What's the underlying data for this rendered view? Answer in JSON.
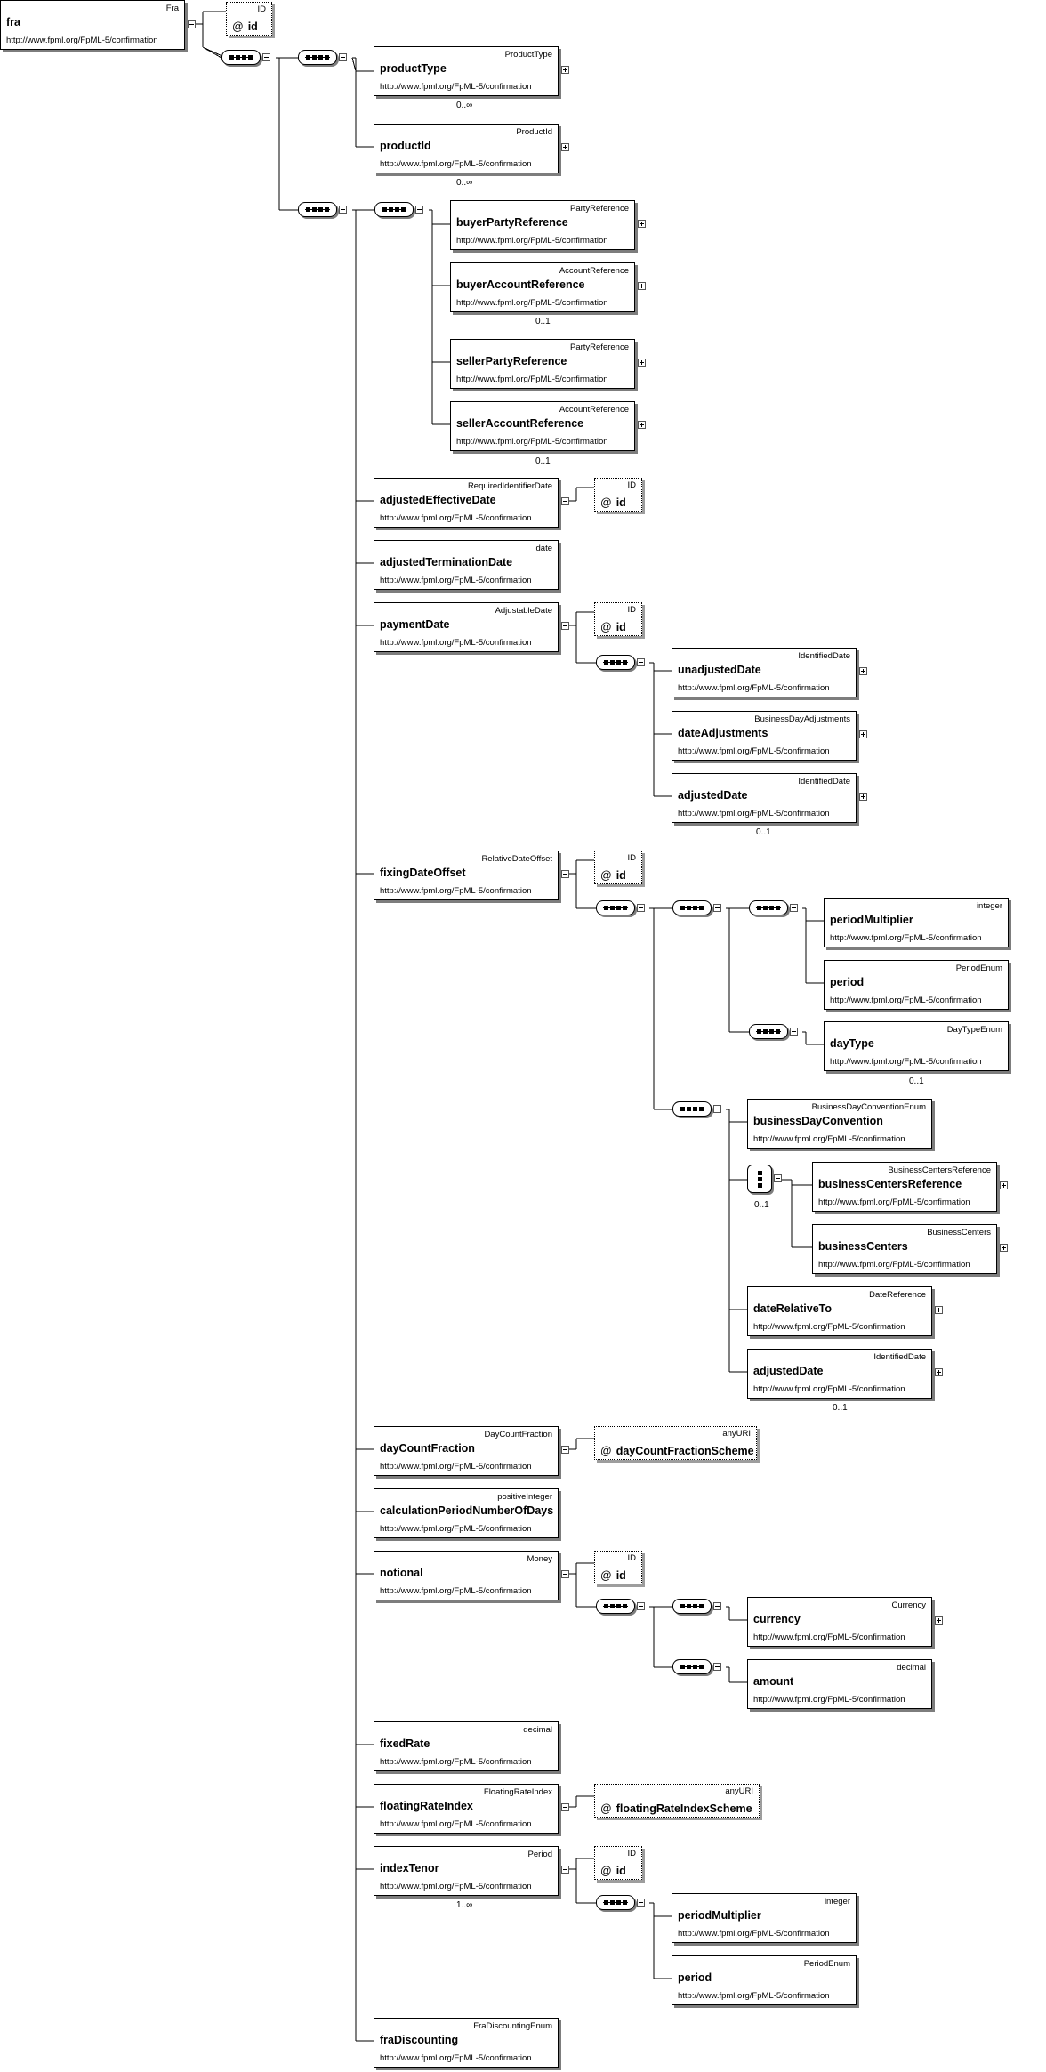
{
  "namespace": "http://www.fpml.org/FpML-5/confirmation",
  "root": {
    "type": "Fra",
    "name": "fra"
  },
  "elements": [
    {
      "type": "ProductType",
      "name": "productType",
      "expand": "plus",
      "occurrence": "0..∞"
    },
    {
      "type": "ProductId",
      "name": "productId",
      "expand": "plus",
      "occurrence": "0..∞"
    },
    {
      "type": "PartyReference",
      "name": "buyerPartyReference",
      "expand": "plus"
    },
    {
      "type": "AccountReference",
      "name": "buyerAccountReference",
      "expand": "plus",
      "occurrence": "0..1"
    },
    {
      "type": "PartyReference",
      "name": "sellerPartyReference",
      "expand": "plus"
    },
    {
      "type": "AccountReference",
      "name": "sellerAccountReference",
      "expand": "plus",
      "occurrence": "0..1"
    },
    {
      "type": "RequiredIdentifierDate",
      "name": "adjustedEffectiveDate",
      "expand": "minus"
    },
    {
      "type": "date",
      "name": "adjustedTerminationDate"
    },
    {
      "type": "AdjustableDate",
      "name": "paymentDate",
      "expand": "minus"
    },
    {
      "type": "IdentifiedDate",
      "name": "unadjustedDate",
      "expand": "plus"
    },
    {
      "type": "BusinessDayAdjustments",
      "name": "dateAdjustments",
      "expand": "plus"
    },
    {
      "type": "IdentifiedDate",
      "name": "adjustedDate",
      "expand": "plus",
      "occurrence": "0..1"
    },
    {
      "type": "RelativeDateOffset",
      "name": "fixingDateOffset",
      "expand": "minus"
    },
    {
      "type": "integer",
      "name": "periodMultiplier"
    },
    {
      "type": "PeriodEnum",
      "name": "period"
    },
    {
      "type": "DayTypeEnum",
      "name": "dayType",
      "occurrence": "0..1"
    },
    {
      "type": "BusinessDayConventionEnum",
      "name": "businessDayConvention"
    },
    {
      "type": "BusinessCentersReference",
      "name": "businessCentersReference",
      "expand": "plus"
    },
    {
      "type": "BusinessCenters",
      "name": "businessCenters",
      "expand": "plus"
    },
    {
      "type": "DateReference",
      "name": "dateRelativeTo",
      "expand": "plus"
    },
    {
      "type": "IdentifiedDate",
      "name": "adjustedDate",
      "expand": "plus",
      "occurrence": "0..1"
    },
    {
      "type": "DayCountFraction",
      "name": "dayCountFraction",
      "expand": "minus"
    },
    {
      "type": "positiveInteger",
      "name": "calculationPeriodNumberOfDays"
    },
    {
      "type": "Money",
      "name": "notional",
      "expand": "minus"
    },
    {
      "type": "Currency",
      "name": "currency",
      "expand": "plus"
    },
    {
      "type": "decimal",
      "name": "amount"
    },
    {
      "type": "decimal",
      "name": "fixedRate"
    },
    {
      "type": "FloatingRateIndex",
      "name": "floatingRateIndex",
      "expand": "minus"
    },
    {
      "type": "Period",
      "name": "indexTenor",
      "expand": "minus",
      "occurrence": "1..∞"
    },
    {
      "type": "integer",
      "name": "periodMultiplier"
    },
    {
      "type": "PeriodEnum",
      "name": "period"
    },
    {
      "type": "FraDiscountingEnum",
      "name": "fraDiscounting"
    }
  ],
  "attributes": [
    {
      "type": "ID",
      "name": "id"
    },
    {
      "type": "ID",
      "name": "id"
    },
    {
      "type": "ID",
      "name": "id"
    },
    {
      "type": "ID",
      "name": "id"
    },
    {
      "type": "anyURI",
      "name": "dayCountFractionScheme"
    },
    {
      "type": "ID",
      "name": "id"
    },
    {
      "type": "anyURI",
      "name": "floatingRateIndexScheme"
    },
    {
      "type": "ID",
      "name": "id"
    }
  ],
  "choice_occurrence": "0..1"
}
